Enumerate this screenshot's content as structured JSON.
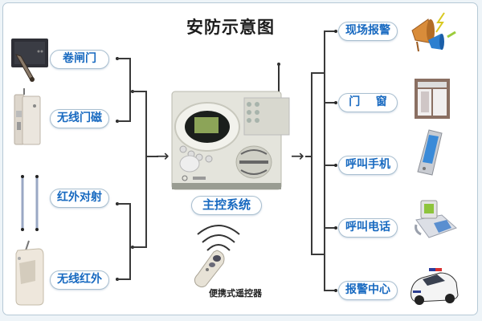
{
  "title": "安防示意图",
  "inputs": [
    {
      "label": "卷闸门",
      "icon": "rolling-door-sensor-icon"
    },
    {
      "label": "无线门磁",
      "icon": "door-magnet-sensor-icon"
    },
    {
      "label": "红外对射",
      "icon": "infrared-beam-icon"
    },
    {
      "label": "无线红外",
      "icon": "pir-sensor-icon"
    }
  ],
  "center": {
    "label": "主控系统",
    "icon": "alarm-panel-icon",
    "remote_caption": "便携式遥控器",
    "remote_icon": "remote-control-icon"
  },
  "outputs": [
    {
      "label": "现场报警",
      "icon": "siren-horn-icon"
    },
    {
      "label": "门    窗",
      "icon": "window-icon"
    },
    {
      "label": "呼叫手机",
      "icon": "mobile-phone-icon"
    },
    {
      "label": "呼叫电话",
      "icon": "desk-phone-icon"
    },
    {
      "label": "报警中心",
      "icon": "police-car-icon"
    }
  ],
  "colors": {
    "label_text": "#1769c0",
    "pill_border": "#a9bfd0",
    "frame_border": "#b6c9d6",
    "connector": "#3a3a3a"
  }
}
